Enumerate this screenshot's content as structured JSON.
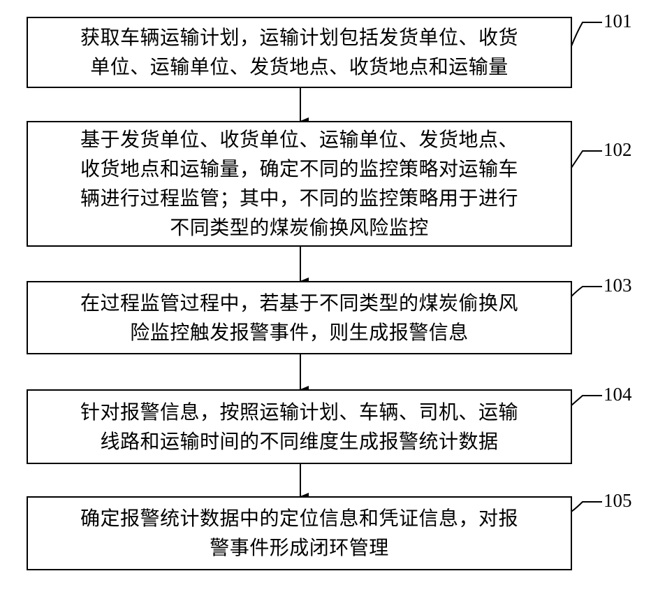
{
  "steps": [
    {
      "number": "101",
      "lines": [
        "获取车辆运输计划，运输计划包括发货单位、收货",
        "单位、运输单位、发货地点、收货地点和运输量"
      ]
    },
    {
      "number": "102",
      "lines": [
        "基于发货单位、收货单位、运输单位、发货地点、",
        "收货地点和运输量，确定不同的监控策略对运输车",
        "辆进行过程监管；其中，不同的监控策略用于进行",
        "不同类型的煤炭偷换风险监控"
      ]
    },
    {
      "number": "103",
      "lines": [
        "在过程监管过程中，若基于不同类型的煤炭偷换风",
        "险监控触发报警事件，则生成报警信息"
      ]
    },
    {
      "number": "104",
      "lines": [
        "针对报警信息，按照运输计划、车辆、司机、运输",
        "线路和运输时间的不同维度生成报警统计数据"
      ]
    },
    {
      "number": "105",
      "lines": [
        "确定报警统计数据中的定位信息和凭证信息，对报",
        "警事件形成闭环管理"
      ]
    }
  ]
}
